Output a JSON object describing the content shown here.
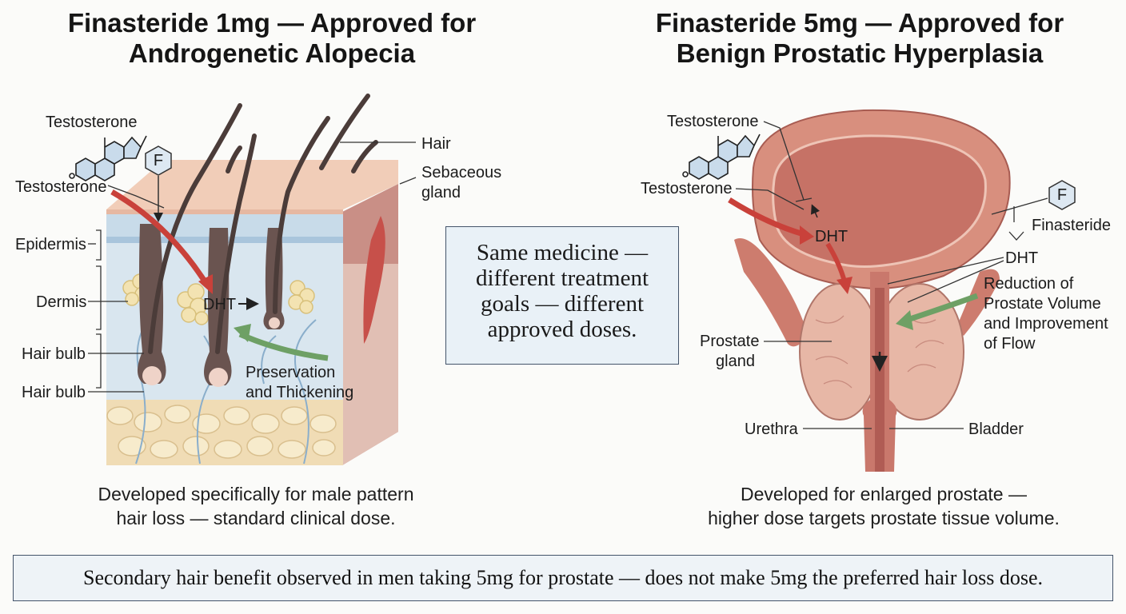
{
  "left_panel": {
    "title_line1": "Finasteride 1mg — Approved for",
    "title_line2": "Androgenetic Alopecia",
    "labels": {
      "testosterone_top": "Testosterone",
      "testosterone": "Testosterone",
      "finasteride_symbol": "F",
      "hair": "Hair",
      "sebaceous_line1": "Sebaceous",
      "sebaceous_line2": "gland",
      "epidermis": "Epidermis",
      "dermis": "Dermis",
      "hair_bulb_1": "Hair bulb",
      "hair_bulb_2": "Hair bulb",
      "dht": "DHT",
      "preservation_line1": "Preservation",
      "preservation_line2": "and Thickening"
    },
    "caption_line1": "Developed specifically for male pattern",
    "caption_line2": "hair loss — standard clinical dose."
  },
  "center_box": {
    "line1": "Same medicine —",
    "line2": "different treatment",
    "line3": "goals — different",
    "line4": "approved doses."
  },
  "right_panel": {
    "title_line1": "Finasteride 5mg — Approved for",
    "title_line2": "Benign Prostatic Hyperplasia",
    "labels": {
      "testosterone_top": "Testosterone",
      "testosterone": "Testosterone",
      "dht_inner": "DHT",
      "finasteride_symbol": "F",
      "finasteride": "Finasteride",
      "dht": "DHT",
      "reduction_line1": "Reduction of",
      "reduction_line2": "Prostate Volume",
      "reduction_line3": "and Improvement",
      "reduction_line4": "of Flow",
      "prostate_line1": "Prostate",
      "prostate_line2": "gland",
      "urethra": "Urethra",
      "bladder": "Bladder"
    },
    "caption_line1": "Developed for enlarged prostate —",
    "caption_line2": "higher dose targets prostate tissue volume."
  },
  "bottom_note": "Secondary hair benefit observed in men taking 5mg for prostate — does not make 5mg the preferred hair loss dose.",
  "colors": {
    "skin_top": "#f1cdb8",
    "dermis": "#d9e6ef",
    "fat": "#f0dcb5",
    "prostate": "#e7b7a6",
    "red_arrow": "#c9413a",
    "green_arrow": "#6ea065",
    "box_fill": "#e9f1f7"
  }
}
